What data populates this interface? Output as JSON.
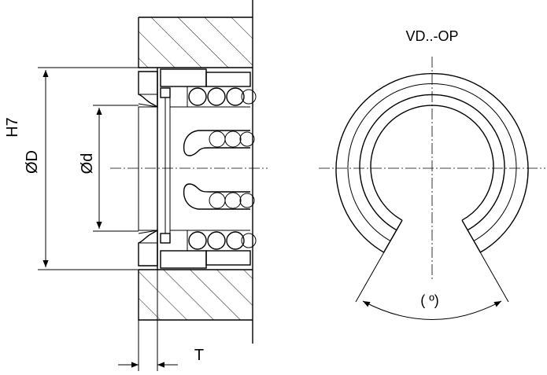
{
  "title": "VD..-OP",
  "labels": {
    "tolerance": "H7",
    "outer_diameter": "ØD",
    "inner_diameter": "Ød",
    "thickness": "T",
    "angle": "( º)"
  }
}
